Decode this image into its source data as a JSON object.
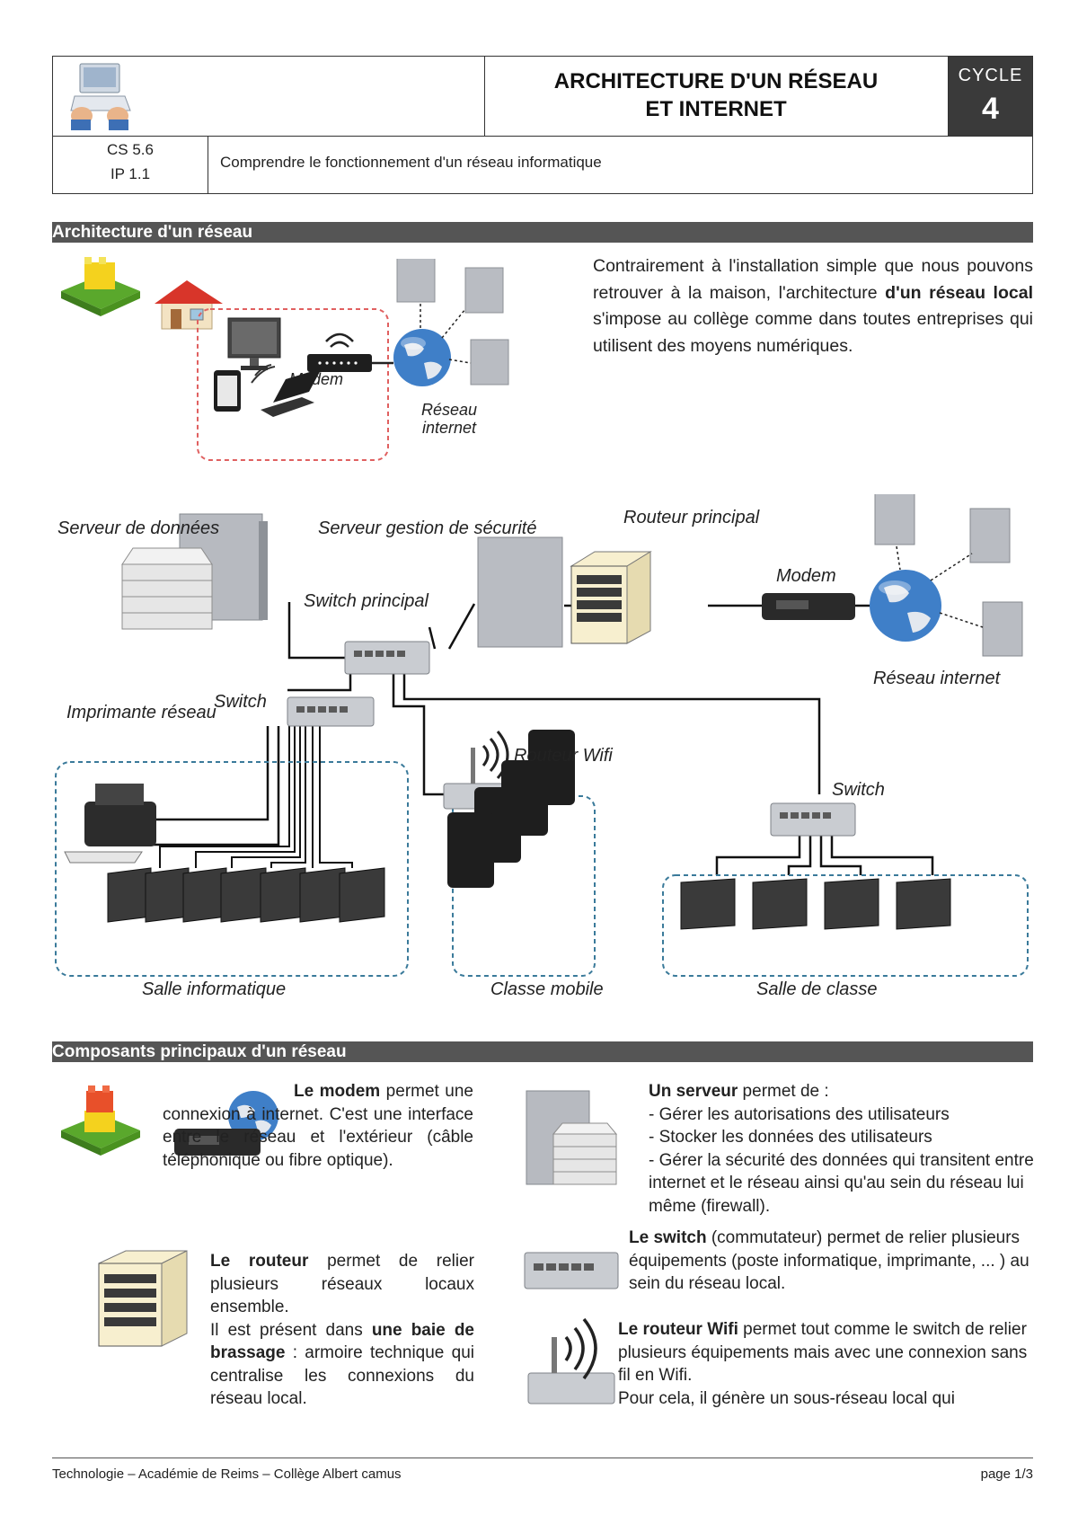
{
  "header": {
    "title_line1": "ARCHITECTURE D'UN RÉSEAU",
    "title_line2": "ET INTERNET",
    "cycle_label": "CYCLE",
    "cycle_number": "4",
    "code1": "CS 5.6",
    "code2": "IP 1.1",
    "competence": "Comprendre le fonctionnement d'un réseau informatique"
  },
  "section1": {
    "title": "Architecture d'un réseau",
    "intro_pre": "Contrairement à l'installation simple que nous pouvons retrouver à la maison, l'architecture ",
    "intro_bold": "d'un réseau local",
    "intro_post": " s'impose au collège comme dans toutes entreprises qui utilisent des moyens numériques.",
    "home_labels": {
      "modem": "Modem",
      "internet": "Réseau internet"
    },
    "labels": {
      "serveur_donnees": "Serveur de données",
      "serveur_securite": "Serveur gestion de sécurité",
      "routeur_principal": "Routeur principal",
      "modem": "Modem",
      "reseau_internet": "Réseau internet",
      "switch_principal": "Switch principal",
      "switch_left": "Switch",
      "imprimante": "Imprimante réseau",
      "routeur_wifi": "Routeur Wifi",
      "switch_right": "Switch",
      "salle_info": "Salle informatique",
      "classe_mobile": "Classe mobile",
      "salle_classe": "Salle de classe"
    }
  },
  "section2": {
    "title": "Composants principaux d'un réseau",
    "modem_bold": "Le modem",
    "modem_text": " permet une connexion à internet. C'est une interface entre le réseau et l'extérieur (câble téléphonique ou fibre optique).",
    "serveur_bold": "Un serveur",
    "serveur_text": " permet de :",
    "serveur_items": [
      "- Gérer les autorisations des utilisateurs",
      "- Stocker les données des utilisateurs",
      "- Gérer la sécurité des données qui transitent entre internet et le réseau ainsi qu'au sein du réseau lui même (firewall)."
    ],
    "routeur_bold": "Le routeur",
    "routeur_text": " permet de relier plusieurs réseaux locaux ensemble.",
    "routeur_text2_pre": "Il est présent dans ",
    "routeur_text2_bold": "une baie de brassage",
    "routeur_text2_post": " : armoire technique qui centralise les connexions du réseau local.",
    "switch_bold": "Le switch",
    "switch_text": " (commutateur) permet de relier plusieurs équipements (poste informatique, imprimante, ... ) au sein du réseau local.",
    "wifi_bold": "Le routeur Wifi",
    "wifi_text": " permet tout comme le switch de relier plusieurs équipements mais avec une connexion sans fil en Wifi.",
    "wifi_text2": "Pour cela, il génère un sous-réseau local qui"
  },
  "footer": {
    "left": "Technologie – Académie de Reims – Collège Albert camus",
    "right": "page 1/3"
  },
  "colors": {
    "bar": "#555555",
    "cycle_bg": "#3a3a3a",
    "dashed_home": "#e06060",
    "dashed_net": "#3a7a9a"
  }
}
